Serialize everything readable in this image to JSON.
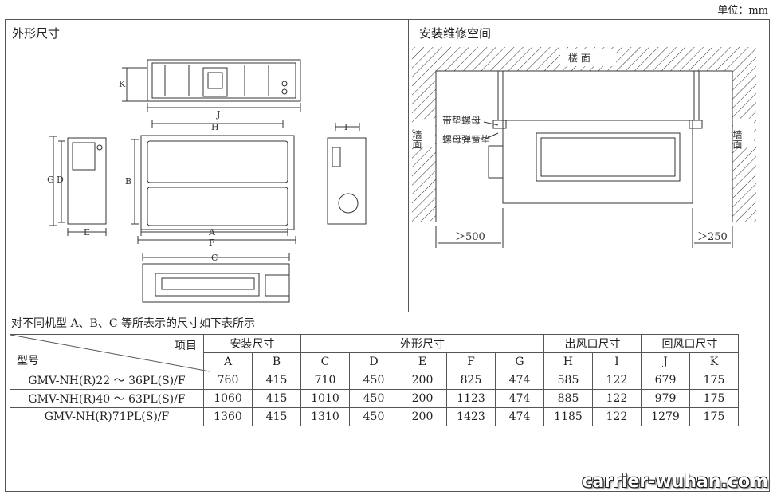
{
  "unit_label": "单位：mm",
  "left_title": "外形尺寸",
  "right_title": "安装维修空间",
  "labels": {
    "floor": "楼 面",
    "wall_left": "墙面",
    "wall_right": "墙面",
    "washer_nut": "带垫螺母",
    "nut_spring": "螺母弹簧垫",
    "clear_left": "＞500",
    "clear_right": "＞250"
  },
  "dims": {
    "A": "A",
    "B": "B",
    "C": "C",
    "D": "D",
    "E": "E",
    "F": "F",
    "G": "G",
    "H": "H",
    "I": "I",
    "J": "J",
    "K": "K"
  },
  "note": "对不同机型 A、B、C 等所表示的尺寸如下表所示",
  "table": {
    "corner_top": "项目",
    "corner_bottom": "型号",
    "groups": [
      "安装尺寸",
      "外形尺寸",
      "出风口尺寸",
      "回风口尺寸"
    ],
    "columns": [
      "A",
      "B",
      "C",
      "D",
      "E",
      "F",
      "G",
      "H",
      "I",
      "J",
      "K"
    ],
    "rows": [
      {
        "model": "GMV-NH(R)22 ～ 36PL(S)/F",
        "values": [
          "760",
          "415",
          "710",
          "450",
          "200",
          "825",
          "474",
          "585",
          "122",
          "679",
          "175"
        ]
      },
      {
        "model": "GMV-NH(R)40 ～ 63PL(S)/F",
        "values": [
          "1060",
          "415",
          "1010",
          "450",
          "200",
          "1123",
          "474",
          "885",
          "122",
          "979",
          "175"
        ]
      },
      {
        "model": "GMV-NH(R)71PL(S)/F",
        "values": [
          "1360",
          "415",
          "1310",
          "450",
          "200",
          "1423",
          "474",
          "1185",
          "122",
          "1279",
          "175"
        ]
      }
    ]
  },
  "watermark": "carrier-wuhan.com"
}
